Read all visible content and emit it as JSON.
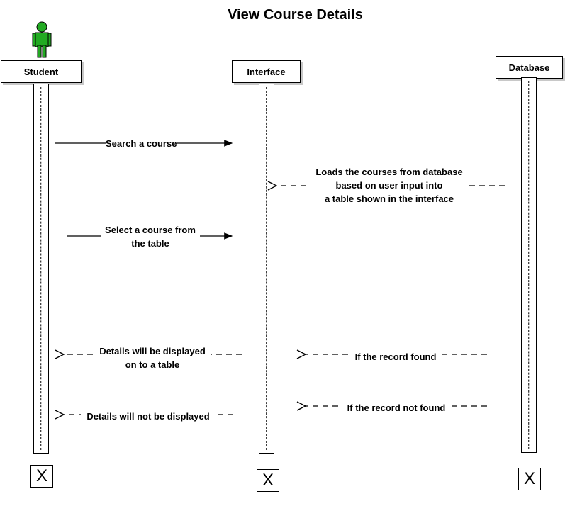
{
  "title": "View Course Details",
  "participants": [
    {
      "label": "Student",
      "icon": "actor-icon",
      "icon_color": "#22aa22"
    },
    {
      "label": "Interface"
    },
    {
      "label": "Database"
    }
  ],
  "terminator_symbol": "X",
  "messages": [
    {
      "lines": [
        "Search a course"
      ],
      "direction": "right",
      "style": "solid"
    },
    {
      "lines": [
        "Loads the courses from database",
        "based on user input into",
        "a  table shown in  the interface"
      ],
      "direction": "left",
      "style": "dashed"
    },
    {
      "lines": [
        "Select a course from",
        "the table"
      ],
      "direction": "right",
      "style": "solid"
    },
    {
      "lines": [
        "Details will be displayed",
        "on to a table"
      ],
      "direction": "left",
      "style": "dashed"
    },
    {
      "lines": [
        "If the record found"
      ],
      "direction": "left",
      "style": "dashed"
    },
    {
      "lines": [
        "Details will not be displayed"
      ],
      "direction": "left",
      "style": "dashed"
    },
    {
      "lines": [
        "If the record not found"
      ],
      "direction": "left",
      "style": "dashed"
    }
  ]
}
